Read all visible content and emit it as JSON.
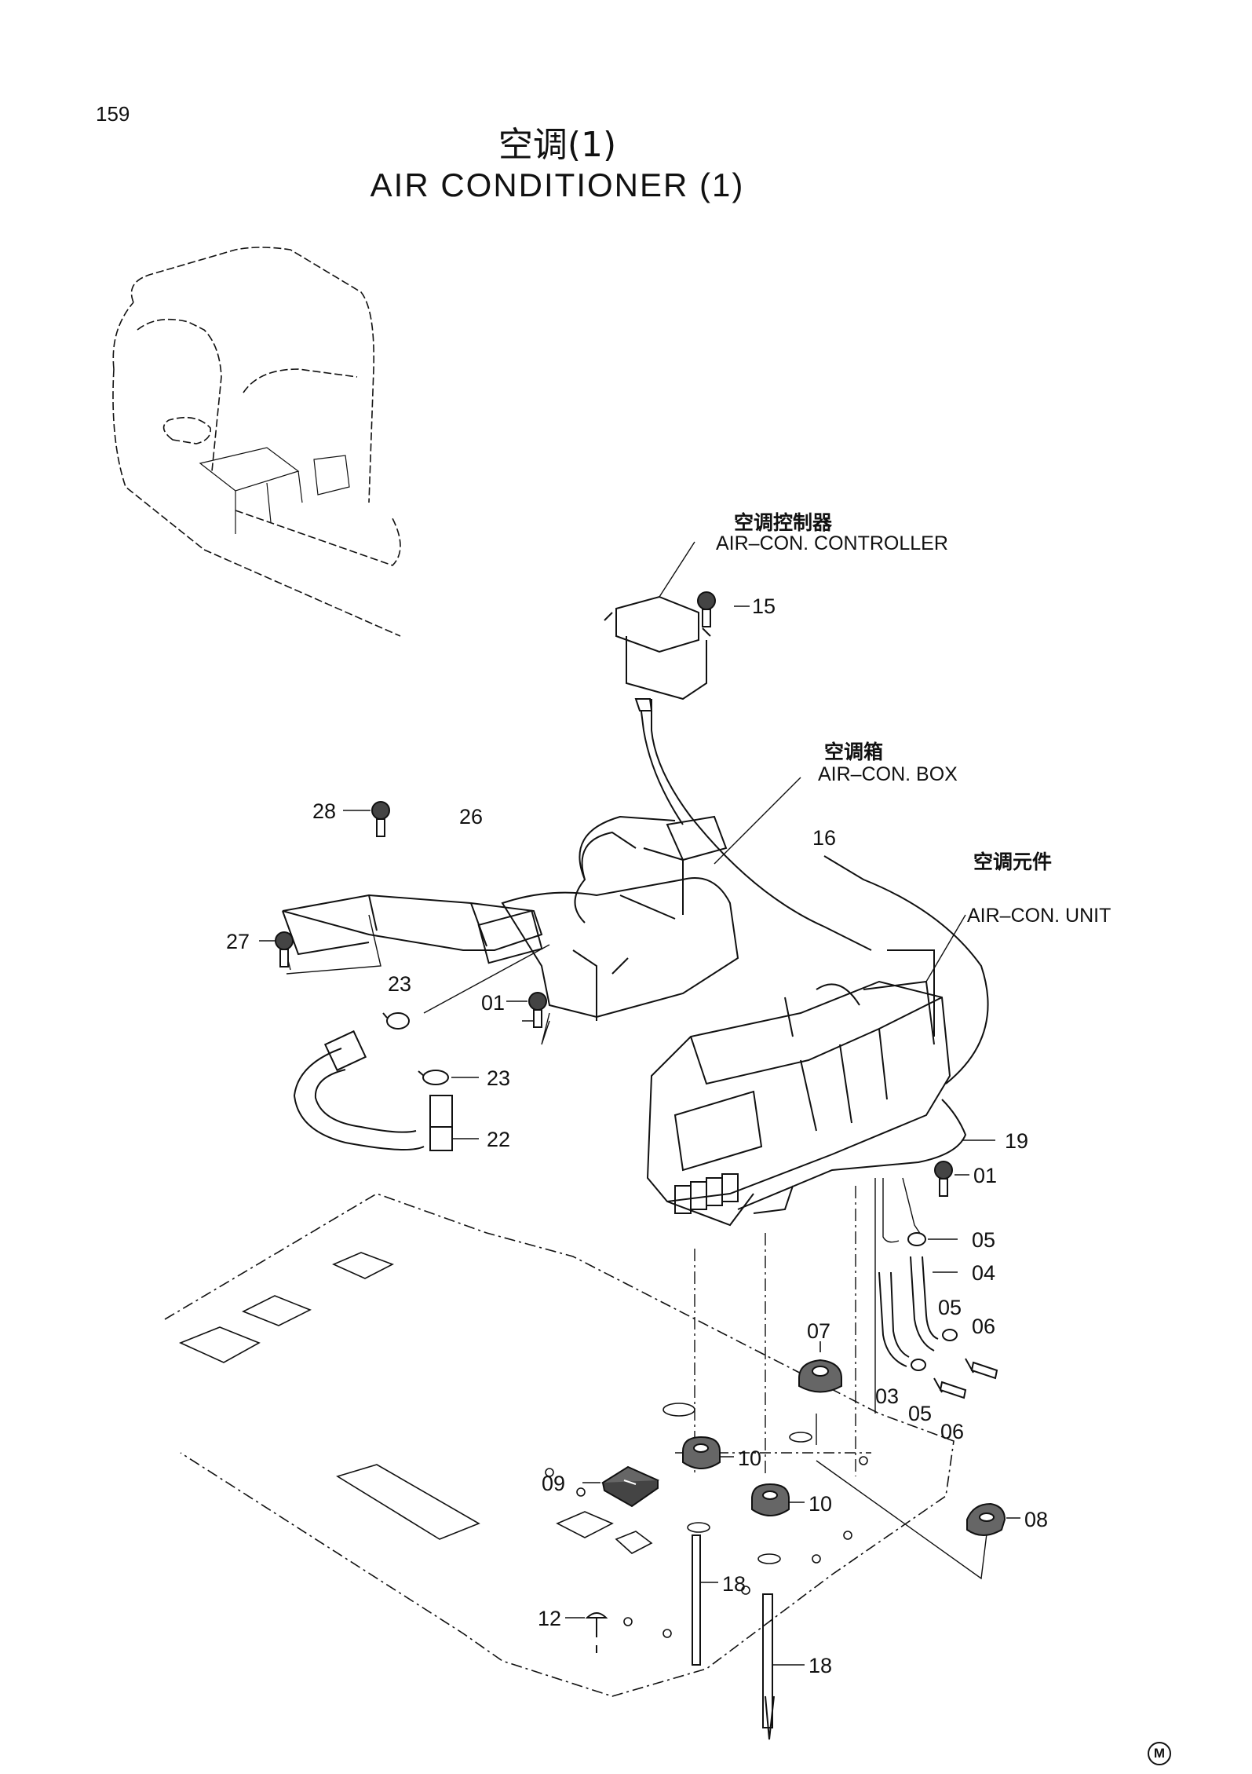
{
  "page_number": "159",
  "title_cn": "空调(1)",
  "title_en": "AIR CONDITIONER (1)",
  "callouts": {
    "controller": {
      "cn": "空调控制器",
      "en": "AIR–CON. CONTROLLER"
    },
    "box": {
      "cn": "空调箱",
      "en": "AIR–CON. BOX"
    },
    "unit": {
      "cn": "空调元件",
      "en": "AIR–CON. UNIT"
    }
  },
  "parts": {
    "p15": "15",
    "p28": "28",
    "p26": "26",
    "p16": "16",
    "p27": "27",
    "p23a": "23",
    "p01a": "01",
    "p23b": "23",
    "p22": "22",
    "p19": "19",
    "p01b": "01",
    "p05a": "05",
    "p04": "04",
    "p05b": "05",
    "p06a": "06",
    "p07": "07",
    "p03": "03",
    "p05c": "05",
    "p06b": "06",
    "p10a": "10",
    "p09": "09",
    "p10b": "10",
    "p08": "08",
    "p18a": "18",
    "p12": "12",
    "p18b": "18"
  },
  "mark": "M"
}
